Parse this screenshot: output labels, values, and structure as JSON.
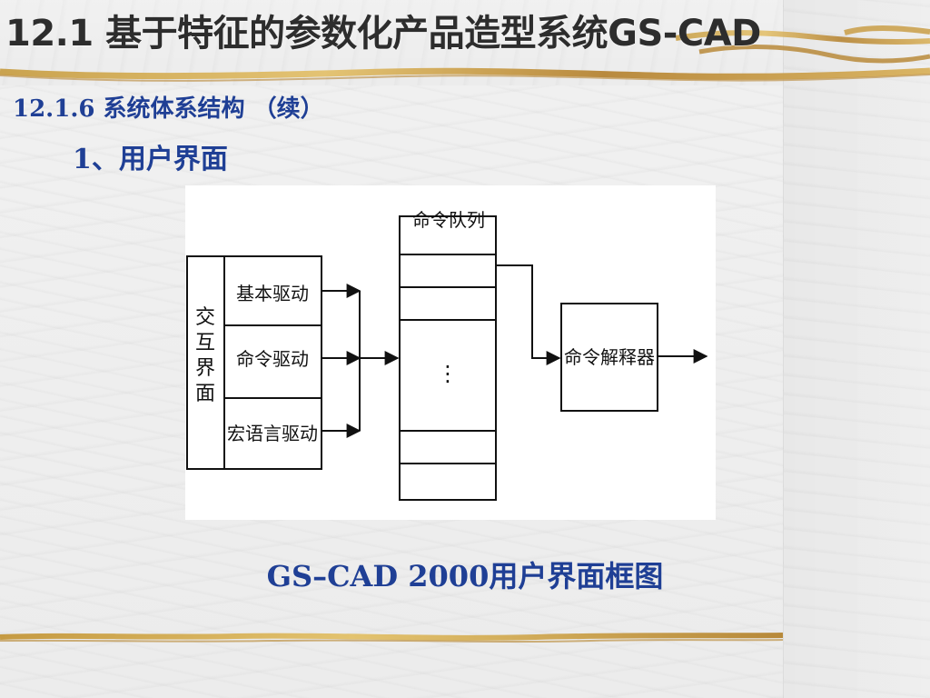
{
  "slide": {
    "title": "12.1 基于特征的参数化产品造型系统GS-CAD",
    "section_number": "12.1.6",
    "section_title": "系统体系结构 （续）",
    "subheading": "1、用户界面",
    "caption": "GS–CAD 2000用户界面框图"
  },
  "diagram": {
    "left_block_label": "交\n互\n界\n面",
    "drivers": [
      "基本驱动",
      "命令驱动",
      "宏语言驱动"
    ],
    "queue_label": "命令队列",
    "queue_ellipsis": "⋮",
    "interpreter_label": "命令解释器"
  },
  "colors": {
    "heading_blue": "#1f3f95",
    "title_gray": "#2d2d2d",
    "gold": "#c69a3b"
  }
}
